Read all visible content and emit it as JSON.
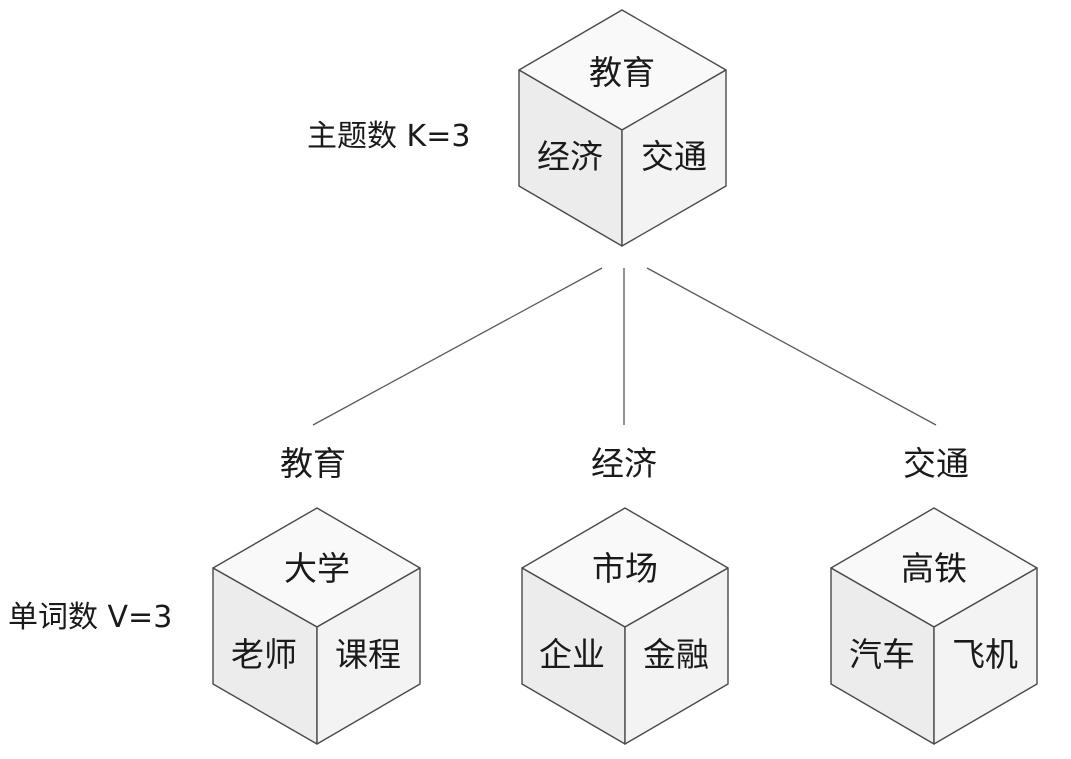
{
  "topic_count_label": "主题数 K=3",
  "word_count_label": "单词数 V=3",
  "topic_cube": {
    "top": "教育",
    "left": "经济",
    "right": "交通"
  },
  "categories": [
    {
      "label": "教育",
      "cube": {
        "top": "大学",
        "left": "老师",
        "right": "课程"
      }
    },
    {
      "label": "经济",
      "cube": {
        "top": "市场",
        "left": "企业",
        "right": "金融"
      }
    },
    {
      "label": "交通",
      "cube": {
        "top": "高铁",
        "left": "汽车",
        "right": "飞机"
      }
    }
  ]
}
